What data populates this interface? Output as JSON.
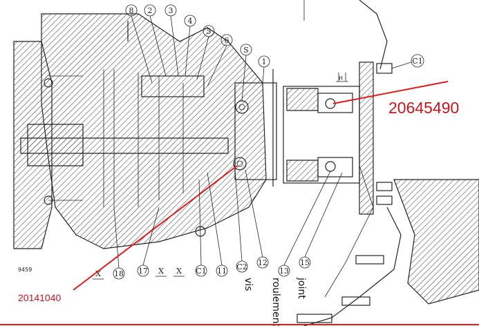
{
  "callouts": {
    "top": [
      "8",
      "2",
      "3",
      "4",
      "5",
      "6",
      "S",
      "1"
    ],
    "right": [
      "C1"
    ],
    "bottom": [
      "X",
      "18",
      "17",
      "X",
      "X",
      "C1",
      "11",
      "C2",
      "12",
      "13",
      "15"
    ]
  },
  "labels": {
    "figure_code": "9459",
    "ref_right": "20645490",
    "ref_left": "20141040",
    "word_vis": "vis",
    "word_roulement": "roulement",
    "word_joint": "joint",
    "dimension_h": "H"
  },
  "colors": {
    "ref_text": "#c8161b",
    "leader_line": "#e01b1b",
    "drawing": "#222222"
  }
}
